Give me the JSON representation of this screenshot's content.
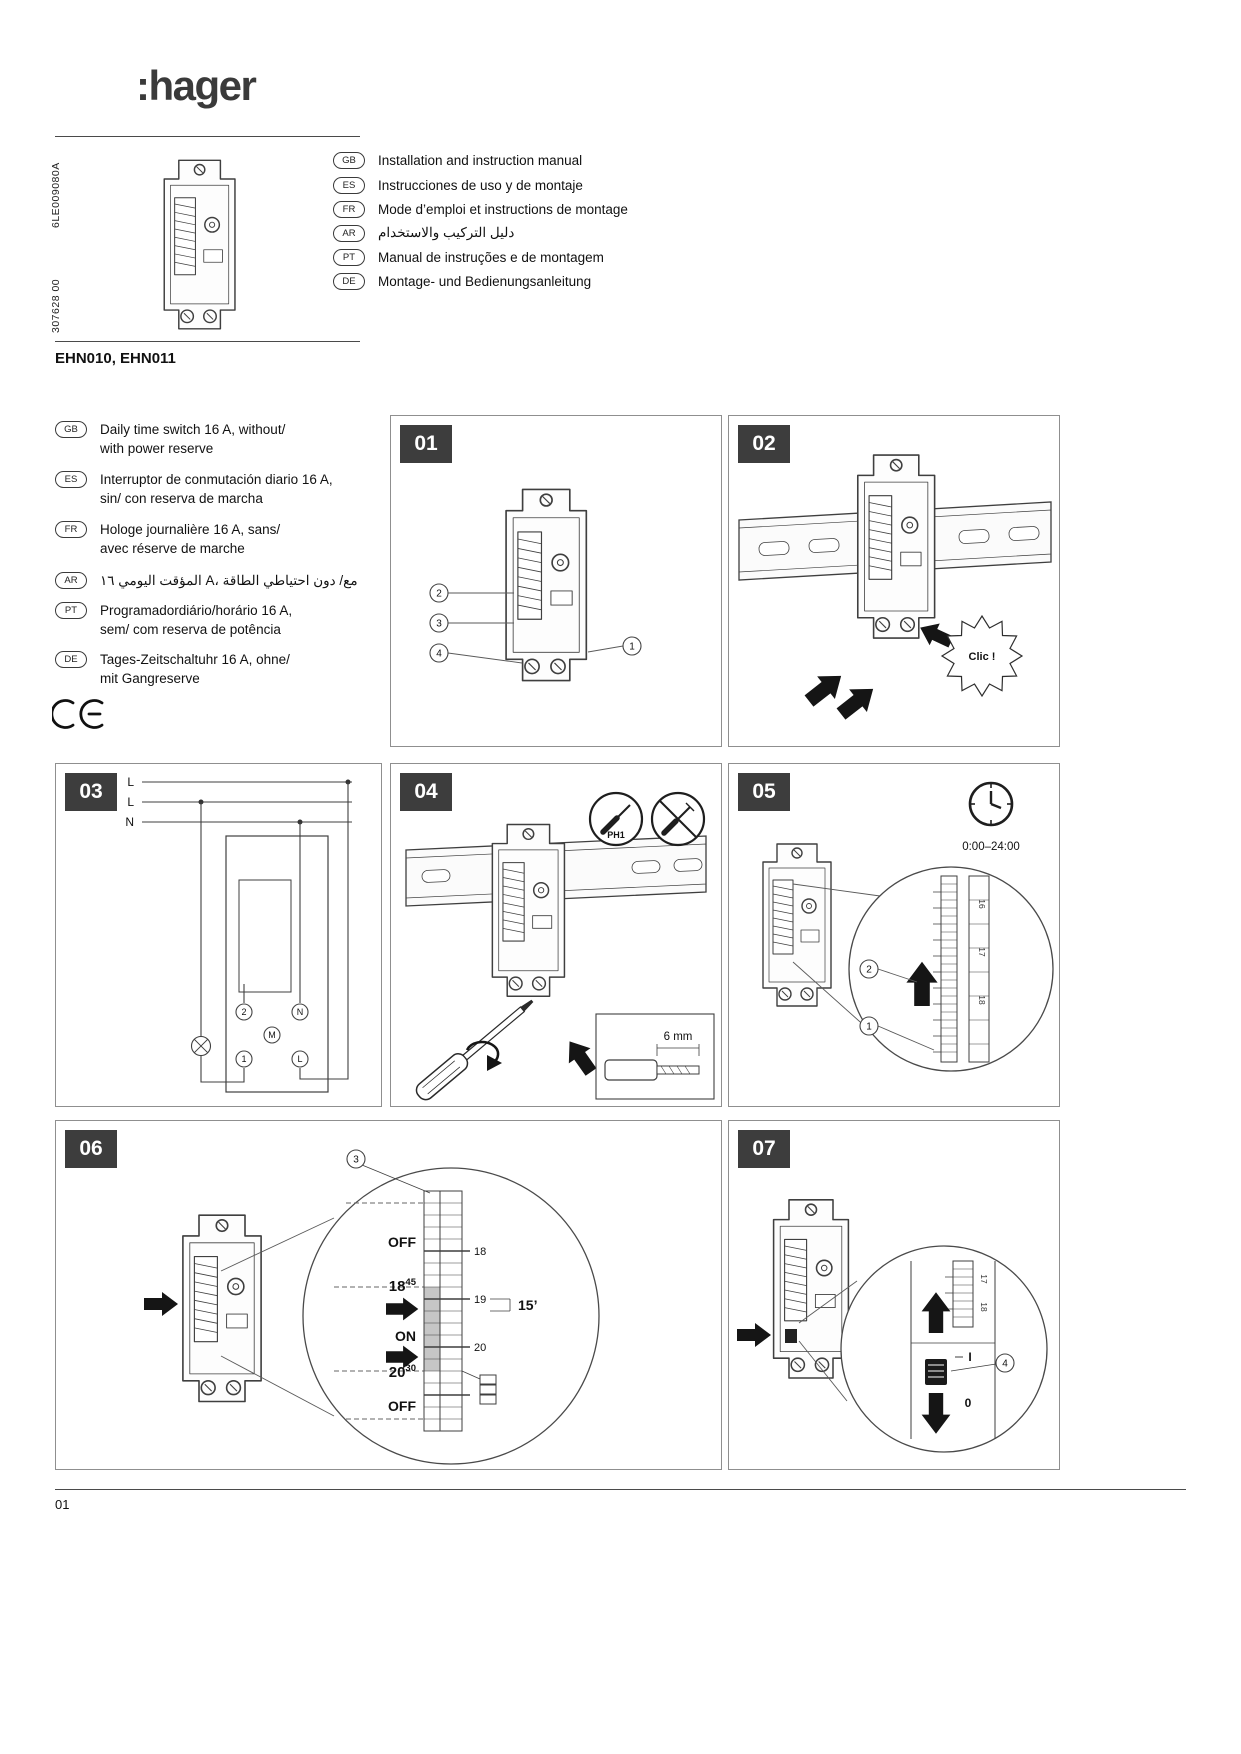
{
  "brand": {
    "logo": ":hager"
  },
  "side_codes": {
    "code1": "6LE009080A",
    "code2": "307628 00"
  },
  "product": {
    "models": "EHN010, EHN011"
  },
  "colors": {
    "panel_label_bg": "#3d3d3d",
    "line_art": "#3f3f3f"
  },
  "manual_titles": [
    {
      "code": "GB",
      "title": "Installation and instruction manual"
    },
    {
      "code": "ES",
      "title": "Instrucciones de uso y de montaje"
    },
    {
      "code": "FR",
      "title": "Mode d’emploi et instructions de montage"
    },
    {
      "code": "AR",
      "title": "دليل التركيب والاستخدام"
    },
    {
      "code": "PT",
      "title": "Manual de instruções e de montagem"
    },
    {
      "code": "DE",
      "title": "Montage- und Bedienungsanleitung"
    }
  ],
  "descriptions": [
    {
      "code": "GB",
      "line1": "Daily time switch 16 A, without/",
      "line2": "with power reserve"
    },
    {
      "code": "ES",
      "line1": "Interruptor de conmutación diario 16 A,",
      "line2": "sin/ con reserva de marcha"
    },
    {
      "code": "FR",
      "line1": "Hologe journalière 16 A, sans/",
      "line2": "avec réserve de marche"
    },
    {
      "code": "AR",
      "line1": "المؤقت اليومي ١٦ A، مع/ دون احتياطي الطاقة",
      "line2": ""
    },
    {
      "code": "PT",
      "line1": "Programadordiário/horário 16 A,",
      "line2": "sem/ com reserva de potência"
    },
    {
      "code": "DE",
      "line1": "Tages-Zeitschaltuhr 16 A, ohne/",
      "line2": "mit Gangreserve"
    }
  ],
  "ce_mark": {
    "label": "CE"
  },
  "panels": {
    "p01": {
      "label": "01",
      "c1": "1",
      "c2": "2",
      "c3": "3",
      "c4": "4"
    },
    "p02": {
      "label": "02",
      "clic": "Clic !"
    },
    "p03": {
      "label": "03",
      "l1": "L",
      "l2": "L",
      "l3": "N",
      "t2": "2",
      "tN": "N",
      "tM": "M",
      "t1": "1",
      "tL": "L"
    },
    "p04": {
      "label": "04",
      "ph1": "PH1",
      "strip": "6 mm"
    },
    "p05": {
      "label": "05",
      "time_range": "0:00–24:00",
      "c1": "1",
      "c2": "2",
      "dial_numbers": [
        "16",
        "17",
        "18"
      ]
    },
    "p06": {
      "label": "06",
      "c3": "3",
      "off_top": "OFF",
      "on": "ON",
      "off_bottom": "OFF",
      "time_on_h": "18",
      "time_on_m": "45",
      "time_off_h": "20",
      "time_off_m": "30",
      "tick_18": "18",
      "tick_19": "19",
      "tick_20": "20",
      "step": "15’"
    },
    "p07": {
      "label": "07",
      "c4": "4",
      "pos_on": "I",
      "pos_off": "0",
      "dial_numbers": [
        "17",
        "18"
      ]
    }
  },
  "footer": {
    "page": "01"
  }
}
